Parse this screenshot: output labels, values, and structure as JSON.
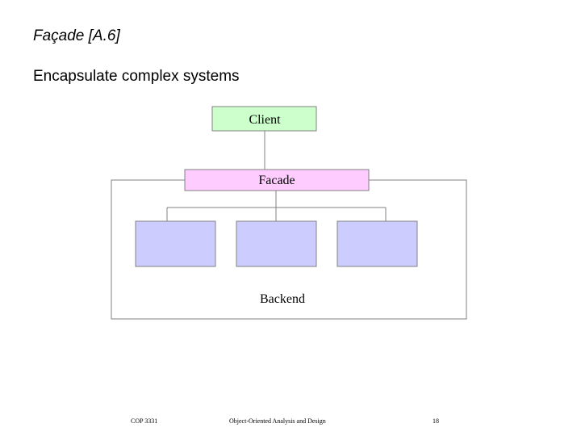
{
  "slide": {
    "title": "Façade [A.6]",
    "subtitle": "Encapsulate complex systems"
  },
  "diagram": {
    "client_label": "Client",
    "facade_label": "Facade",
    "backend_label": "Backend",
    "colors": {
      "client_fill": "#ccffcc",
      "facade_fill": "#ffccff",
      "subsystem_fill": "#ccccff",
      "stroke": "#808080"
    }
  },
  "footer": {
    "course": "COP 3331",
    "subject": "Object-Oriented Analysis and Design",
    "page": "18"
  }
}
